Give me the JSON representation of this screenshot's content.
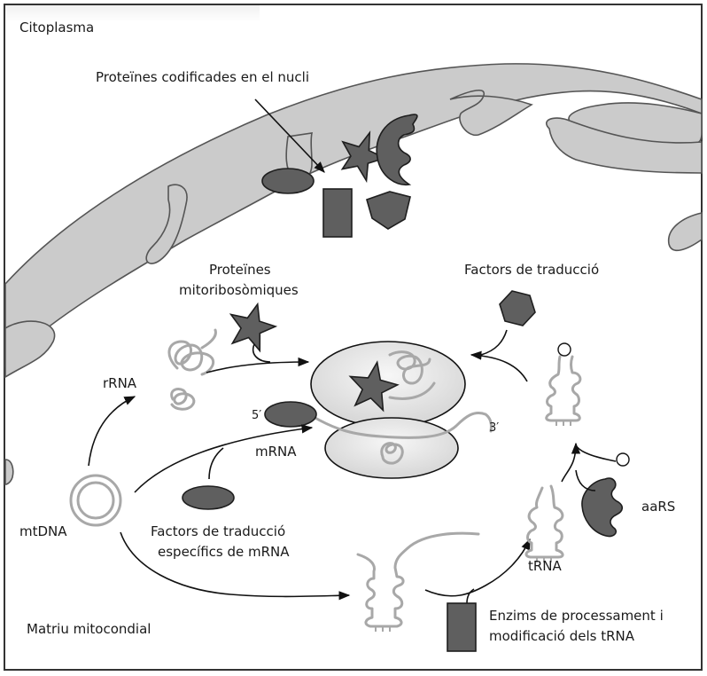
{
  "diagram": {
    "compartments": {
      "cytoplasm": "Citoplasma",
      "matrix": "Matriu mitocondial"
    },
    "labels": {
      "nuclear_proteins": "Proteïnes codificades en el nucli",
      "mitoribosomal_proteins_line1": "Proteïnes",
      "mitoribosomal_proteins_line2": "mitoribosòmiques",
      "translation_factors": "Factors de traducció",
      "rrna": "rRNA",
      "mrna": "mRNA",
      "five_prime": "5′",
      "three_prime": "3′",
      "mtdna": "mtDNA",
      "mrna_factors_line1": "Factors de traducció",
      "mrna_factors_line2": "específics de mRNA",
      "trna": "tRNA",
      "aars": "aaRS",
      "trna_enzymes_line1": "Enzims de processament i",
      "trna_enzymes_line2": "modificació dels tRNA"
    },
    "colors": {
      "membrane_fill": "#cbcbcb",
      "protein_fill": "#5f5f5f",
      "rna_stroke": "#a8a8a8",
      "ribosome_fill": "#e4e4e4"
    }
  }
}
